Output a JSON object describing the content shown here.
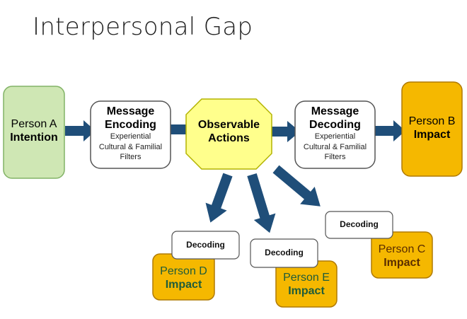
{
  "title": "Interpersonal Gap",
  "colors": {
    "arrow": "#1f4e79",
    "person_a_fill": "#cfe7b4",
    "person_a_stroke": "#82b366",
    "orange_fill": "#f5b800",
    "orange_stroke": "#b07a00",
    "octagon_fill": "#ffff8c",
    "octagon_stroke": "#b3b300",
    "white_box_stroke": "#555555"
  },
  "person_a": {
    "line1": "Person A",
    "line2": "Intention"
  },
  "encoding": {
    "line1": "Message",
    "line2": "Encoding",
    "sub1": "Experiential",
    "sub2": "Cultural & Familial",
    "sub3": "Filters"
  },
  "actions": {
    "line1": "Observable",
    "line2": "Actions"
  },
  "decoding_main": {
    "line1": "Message",
    "line2": "Decoding",
    "sub1": "Experiential",
    "sub2": "Cultural & Familial",
    "sub3": "Filters"
  },
  "person_b": {
    "line1": "Person B",
    "line2": "Impact"
  },
  "person_c": {
    "decoding": "Decoding",
    "line1": "Person C",
    "line2": "Impact"
  },
  "person_d": {
    "decoding": "Decoding",
    "line1": "Person D",
    "line2": "Impact"
  },
  "person_e": {
    "decoding": "Decoding",
    "line1": "Person E",
    "line2": "Impact"
  }
}
